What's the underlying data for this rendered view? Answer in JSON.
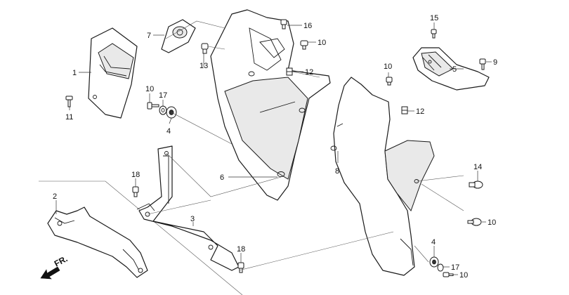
{
  "callouts": [
    {
      "id": "c1",
      "text": "1"
    },
    {
      "id": "c2",
      "text": "2"
    },
    {
      "id": "c3",
      "text": "3"
    },
    {
      "id": "c4a",
      "text": "4"
    },
    {
      "id": "c4b",
      "text": "4"
    },
    {
      "id": "c5",
      "text": "5"
    },
    {
      "id": "c6",
      "text": "6"
    },
    {
      "id": "c7",
      "text": "7"
    },
    {
      "id": "c8",
      "text": "8"
    },
    {
      "id": "c9",
      "text": "9"
    },
    {
      "id": "c10a",
      "text": "10"
    },
    {
      "id": "c10b",
      "text": "10"
    },
    {
      "id": "c10c",
      "text": "10"
    },
    {
      "id": "c10d",
      "text": "10"
    },
    {
      "id": "c10e",
      "text": "10"
    },
    {
      "id": "c11",
      "text": "11"
    },
    {
      "id": "c12a",
      "text": "12"
    },
    {
      "id": "c12b",
      "text": "12"
    },
    {
      "id": "c13",
      "text": "13"
    },
    {
      "id": "c14",
      "text": "14"
    },
    {
      "id": "c15",
      "text": "15"
    },
    {
      "id": "c16",
      "text": "16"
    },
    {
      "id": "c17a",
      "text": "17"
    },
    {
      "id": "c17b",
      "text": "17"
    },
    {
      "id": "c18a",
      "text": "18"
    },
    {
      "id": "c18b",
      "text": "18"
    }
  ],
  "direction": {
    "label": "FR."
  }
}
